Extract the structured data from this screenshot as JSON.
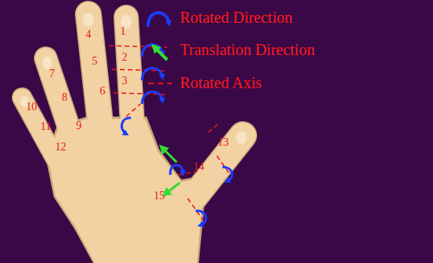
{
  "diagram": {
    "labels": [
      "1",
      "2",
      "3",
      "4",
      "5",
      "6",
      "7",
      "8",
      "9",
      "10",
      "11",
      "12",
      "13",
      "14",
      "15"
    ],
    "legend": [
      {
        "text": "Rotated Direction"
      },
      {
        "text": "Translation Direction"
      },
      {
        "text": "Rotated Axis"
      }
    ]
  }
}
